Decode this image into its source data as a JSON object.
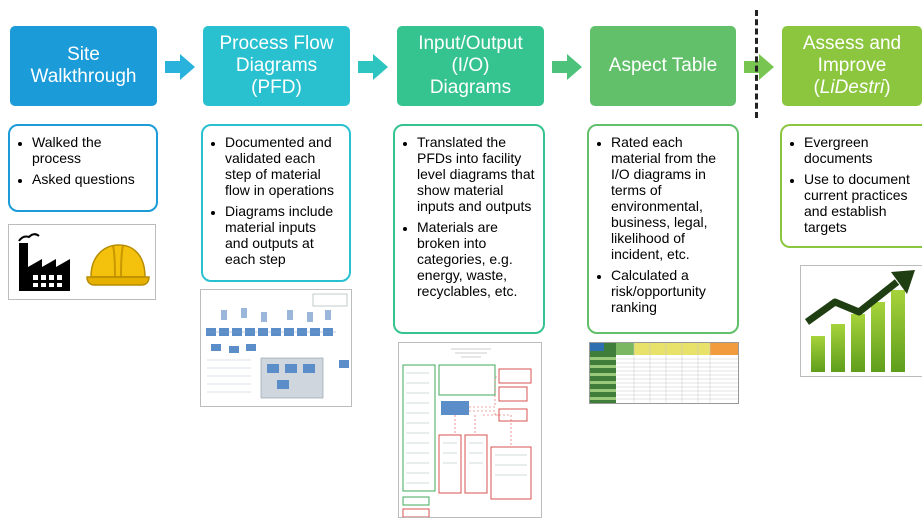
{
  "steps": [
    {
      "title": "Site\nWalkthrough",
      "color": "#1b9bd7"
    },
    {
      "title": "Process Flow\nDiagrams\n(PFD)",
      "color": "#29c1cf"
    },
    {
      "title": "Input/Output\n(I/O)\nDiagrams",
      "color": "#35c38f"
    },
    {
      "title": "Aspect Table",
      "color": "#62bf6a"
    },
    {
      "title_line1": "Assess and",
      "title_line2_prefix": "Improve",
      "title_line3_italic": "LiDestri",
      "color": "#8cc63f"
    }
  ],
  "cards": [
    {
      "bullets": [
        "Walked the process",
        "Asked questions"
      ],
      "border": "#1b9bd7"
    },
    {
      "bullets": [
        "Documented and validated each step of material flow in operations",
        "Diagrams include material inputs and outputs at each step"
      ],
      "border": "#29c1cf"
    },
    {
      "bullets": [
        "Translated the PFDs into facility level diagrams that show material inputs and outputs",
        "Materials are broken into categories, e.g. energy, waste, recyclables, etc."
      ],
      "border": "#35c38f"
    },
    {
      "bullets": [
        "Rated each material from the I/O diagrams in terms of environmental, business, legal, likelihood of incident, etc.",
        "Calculated a risk/opportunity ranking"
      ],
      "border": "#62bf6a"
    },
    {
      "bullets": [
        "Evergreen documents",
        "Use to document current practices and establish targets"
      ],
      "border": "#8cc63f"
    }
  ],
  "icons": [
    "factory-icon",
    "hard-hat-icon",
    "pfd-diagram-thumbnail",
    "io-diagram-thumbnail",
    "aspect-table-thumbnail",
    "growth-chart-icon"
  ]
}
